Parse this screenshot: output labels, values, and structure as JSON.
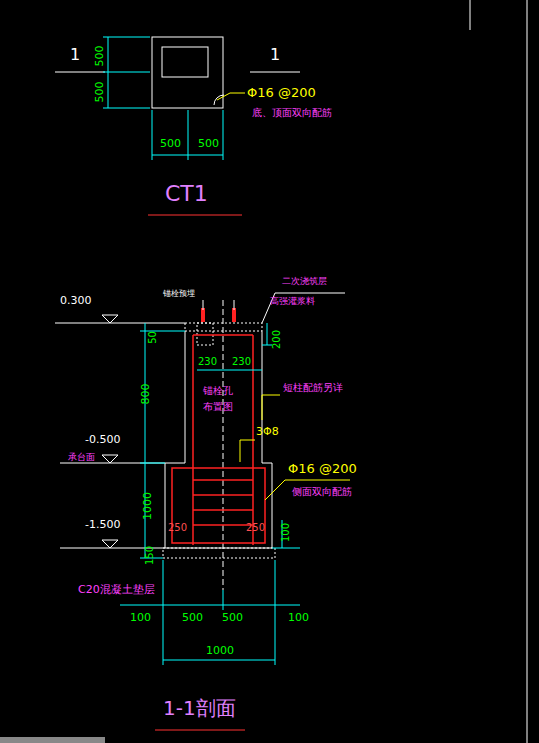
{
  "diagram": {
    "title": "CT1",
    "caption": "1-1剖面",
    "labels": [
      "1",
      "1",
      "500",
      "500",
      "Φ16 @200",
      "底、顶面双向配筋",
      "500",
      "500",
      "0.300",
      "锚栓预埋",
      "二次浇筑层",
      "高强灌浆料",
      "50",
      "200",
      "230",
      "230",
      "锚栓孔布置图",
      "短柱配筋另详",
      "800",
      "-0.500",
      "承台面",
      "3Φ8",
      "Φ16 @200",
      "侧面双向配筋",
      "1000",
      "250",
      "250",
      "100",
      "-1.500",
      "150",
      "C20混凝土垫层",
      "100",
      "500",
      "500",
      "100",
      "1000"
    ]
  }
}
